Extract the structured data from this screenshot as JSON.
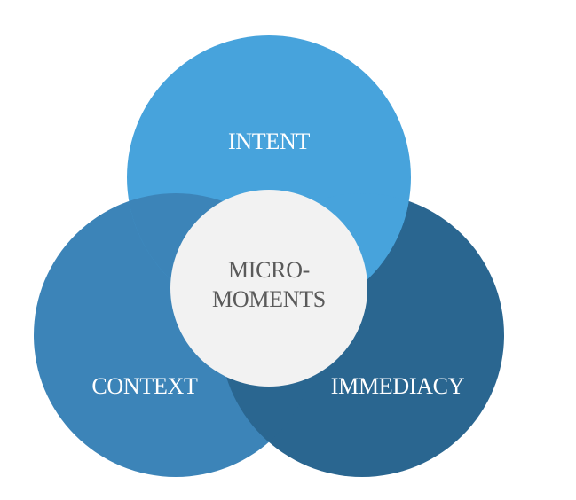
{
  "diagram": {
    "circles": [
      {
        "id": "intent",
        "label": "INTENT",
        "color": "#47a3dc"
      },
      {
        "id": "context",
        "label": "CONTEXT",
        "color": "#3c84b8"
      },
      {
        "id": "immediacy",
        "label": "IMMEDIACY",
        "color": "#2a6690"
      }
    ],
    "center": {
      "line1": "MICRO-",
      "line2": "MOMENTS",
      "color": "#f2f2f2",
      "text_color": "#5a5a5a"
    }
  }
}
